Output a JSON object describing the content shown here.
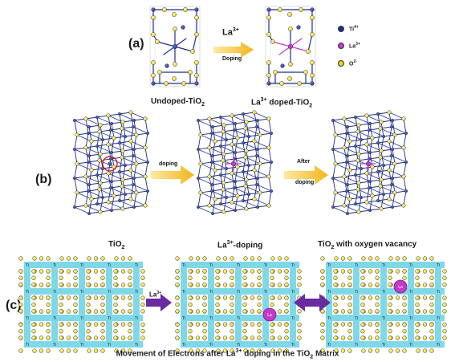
{
  "panel_a": {
    "label": "(a)",
    "left_caption": "Undoped-TiO",
    "left_caption_sub": "2",
    "arrow_top": "La",
    "arrow_top_sup": "3+",
    "arrow_bottom": "Doping",
    "right_caption_pre": "La",
    "right_caption_sup": "3+",
    "right_caption_mid": " doped-TiO",
    "right_caption_sub": "2",
    "legend": [
      {
        "name": "Ti",
        "sup": "4+",
        "color": "#1f2f8f"
      },
      {
        "name": "La",
        "sup": "3+",
        "color": "#c23ac8"
      },
      {
        "name": "O",
        "sup": "2-",
        "color": "#e7d21a"
      }
    ]
  },
  "panel_b": {
    "label": "(b)",
    "arrow1": "doping",
    "arrow2_line1": "After",
    "arrow2_line2": "doping",
    "cap1": "TiO",
    "cap1_sub": "2",
    "cap2_pre": "La",
    "cap2_sup": "3+",
    "cap2_post": "-doping",
    "cap3_pre": "TiO",
    "cap3_sub": "2",
    "cap3_post": " with oxygen vacancy"
  },
  "panel_c": {
    "label": "(c)",
    "arrow_label": "La",
    "arrow_label_sup": "3+",
    "ti_label": "Ti",
    "la_label": "La",
    "caption_pre": "Movement of Electrons after La",
    "caption_sup": "3+",
    "caption_mid": " doping in the TiO",
    "caption_sub": "2",
    "caption_post": " Matrix"
  },
  "colors": {
    "ti": "#1f2f8f",
    "oxygen": "#e7d21a",
    "la": "#c23ac8",
    "cyan": "#7fd8e8",
    "arrow_yellow": "#f2b51a",
    "arrow_purple": "#6a2aa0"
  }
}
